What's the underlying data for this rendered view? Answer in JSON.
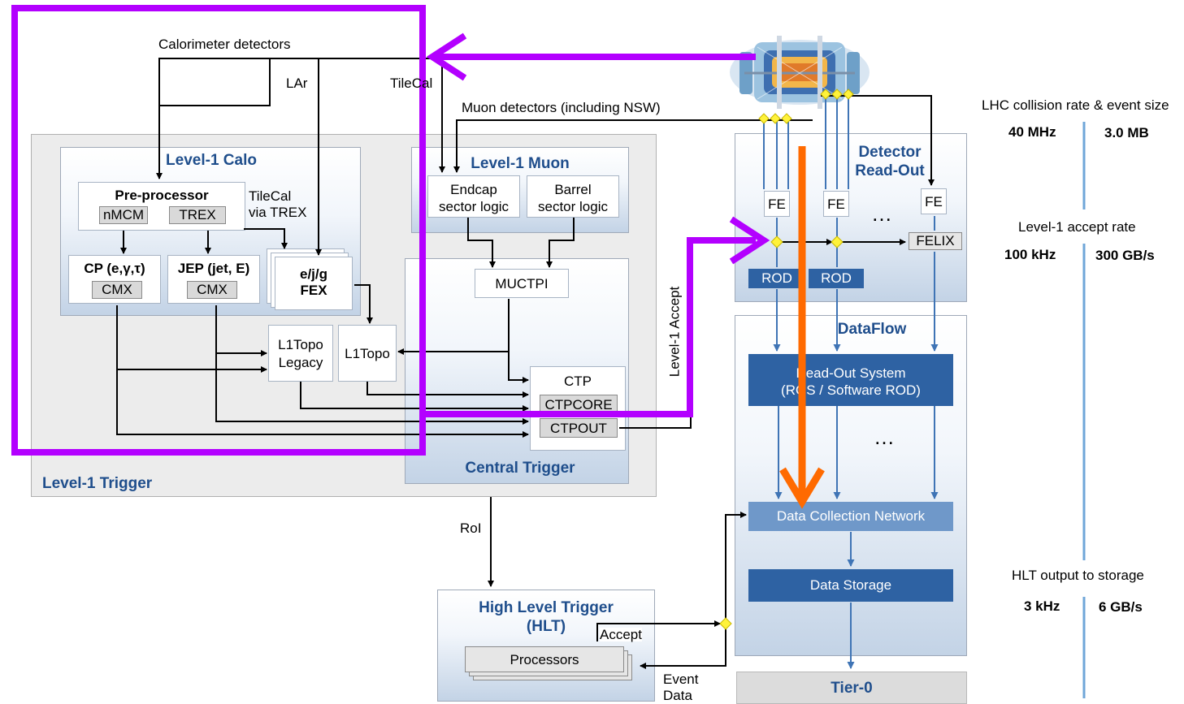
{
  "calo": {
    "detectors": "Calorimeter detectors",
    "lar": "LAr",
    "tilecal": "TileCal",
    "title": "Level-1 Calo",
    "preprocessor": "Pre-processor",
    "nmcm": "nMCM",
    "trex": "TREX",
    "tilecal_via": "TileCal\nvia TREX",
    "cp": "CP (e,γ,τ)",
    "jep": "JEP (jet, E)",
    "cmx": "CMX",
    "fex": "e/j/g\nFEX"
  },
  "muon": {
    "detectors": "Muon detectors (including NSW)",
    "title": "Level-1 Muon",
    "endcap": "Endcap\nsector logic",
    "barrel": "Barrel\nsector logic"
  },
  "central": {
    "title": "Central Trigger",
    "muctpi": "MUCTPI",
    "l1topo_legacy": "L1Topo\nLegacy",
    "l1topo": "L1Topo",
    "ctp": "CTP",
    "ctpcore": "CTPCORE",
    "ctpout": "CTPOUT"
  },
  "trigger_label": "Level-1 Trigger",
  "l1_accept": "Level-1 Accept",
  "roi": "RoI",
  "hlt": {
    "title": "High Level Trigger\n(HLT)",
    "processors": "Processors",
    "accept": "Accept",
    "event_data": "Event\nData"
  },
  "readout": {
    "title": "Detector\nRead-Out",
    "fe": "FE",
    "dots": "…",
    "felix": "FELIX",
    "rod": "ROD"
  },
  "dataflow": {
    "title": "DataFlow",
    "ros": "Read-Out System\n(ROS / Software ROD)",
    "dots": "…",
    "dcn": "Data Collection Network",
    "storage": "Data Storage"
  },
  "tier0": "Tier-0",
  "rates": {
    "lhc_label": "LHC collision rate & event size",
    "lhc_rate": "40 MHz",
    "lhc_size": "3.0 MB",
    "l1_label": "Level-1 accept rate",
    "l1_rate": "100 kHz",
    "l1_bw": "300 GB/s",
    "hlt_label": "HLT output to storage",
    "hlt_rate": "3 kHz",
    "hlt_bw": "6 GB/s"
  },
  "colors": {
    "highlight_purple": "#b300ff",
    "highlight_orange": "#ff6a00",
    "title_blue": "#1f4e8c",
    "dark_blue_box": "#2e62a3",
    "mid_blue_box": "#6f98c9",
    "rate_line": "#6fa6d8",
    "junction": "#fff23a"
  }
}
